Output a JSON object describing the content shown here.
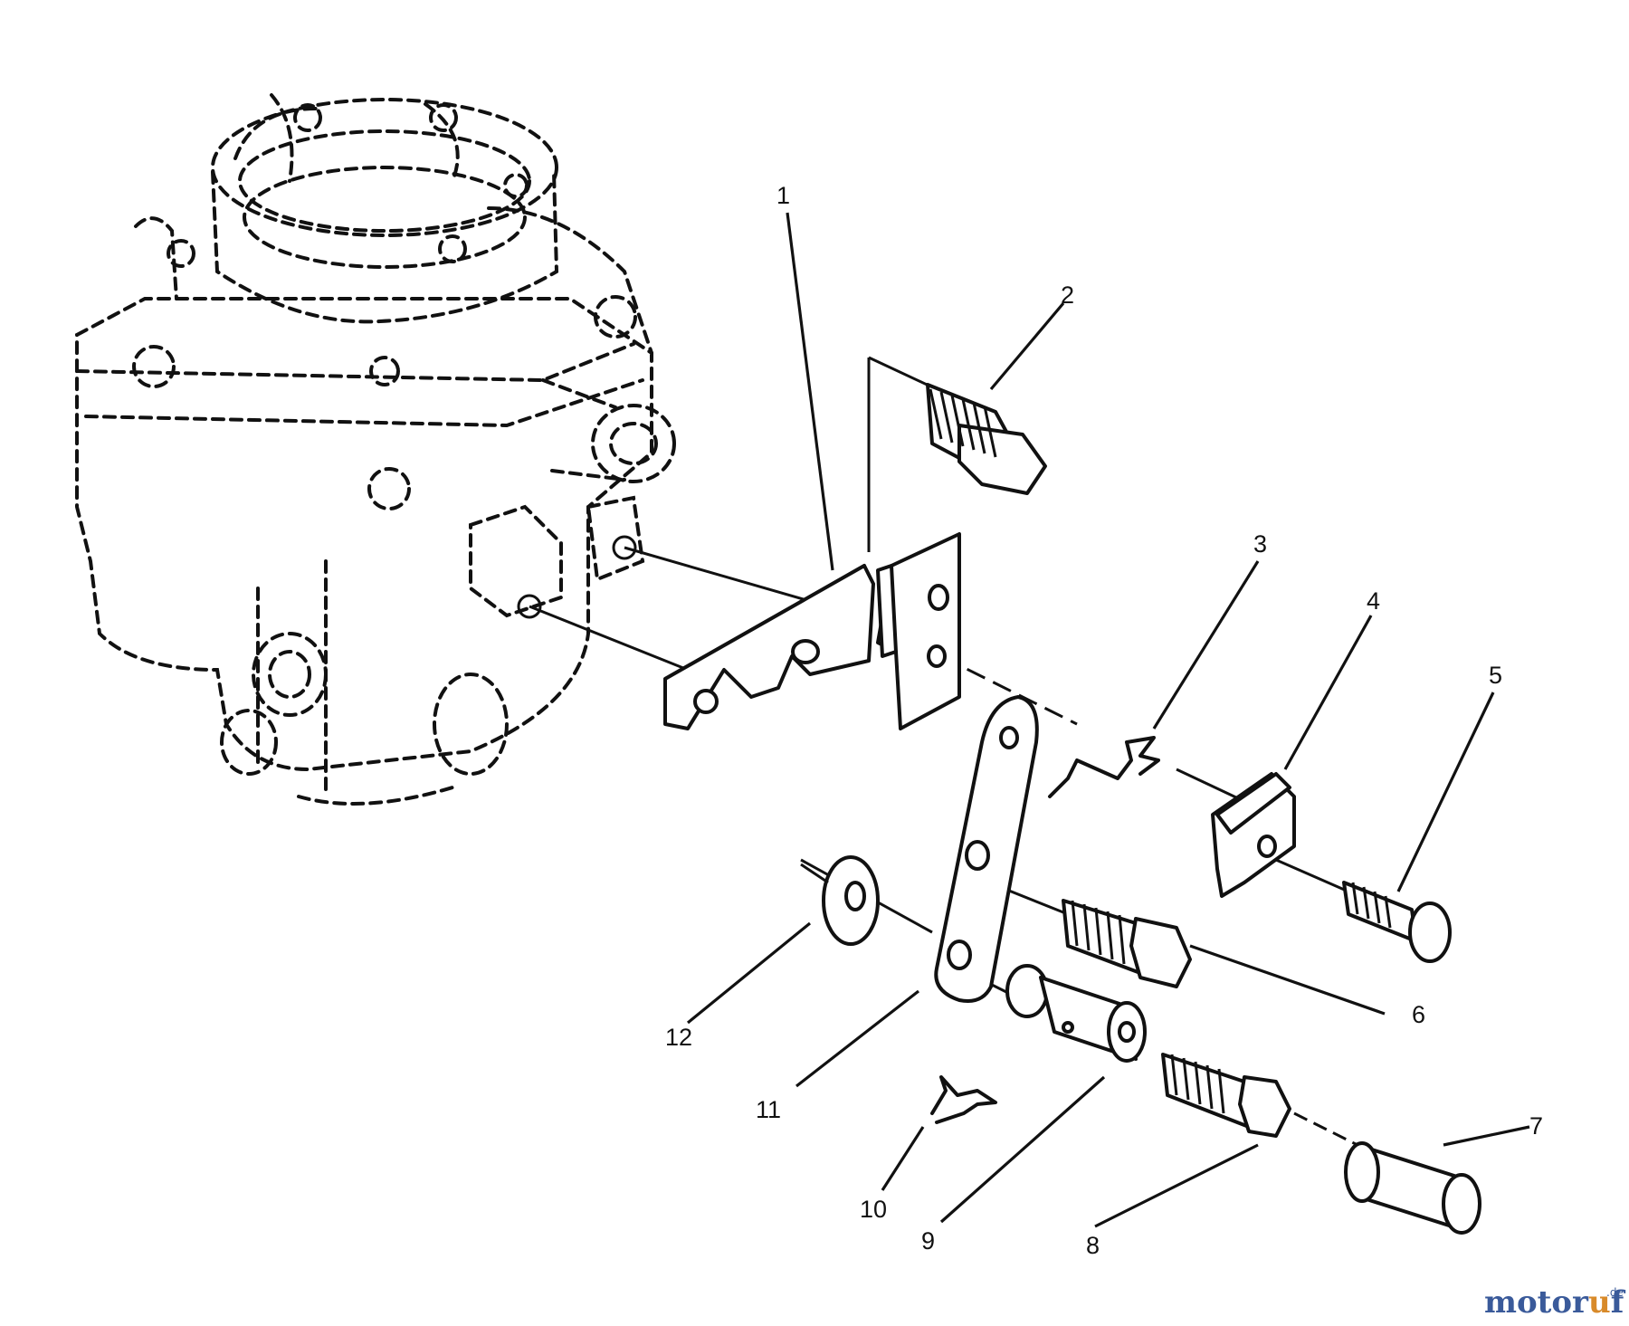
{
  "diagram": {
    "callouts": [
      {
        "id": "1",
        "label": "1"
      },
      {
        "id": "2",
        "label": "2"
      },
      {
        "id": "3",
        "label": "3"
      },
      {
        "id": "4",
        "label": "4"
      },
      {
        "id": "5",
        "label": "5"
      },
      {
        "id": "6",
        "label": "6"
      },
      {
        "id": "7",
        "label": "7"
      },
      {
        "id": "8",
        "label": "8"
      },
      {
        "id": "9",
        "label": "9"
      },
      {
        "id": "10",
        "label": "10"
      },
      {
        "id": "11",
        "label": "11"
      },
      {
        "id": "12",
        "label": "12"
      }
    ]
  },
  "watermark": {
    "brand_prefix": "motor",
    "brand_accent": "u",
    "brand_suffix": "f",
    "domain": ".de",
    "colors": {
      "main": "#3a5a9a",
      "accent": "#d88a2a"
    }
  }
}
